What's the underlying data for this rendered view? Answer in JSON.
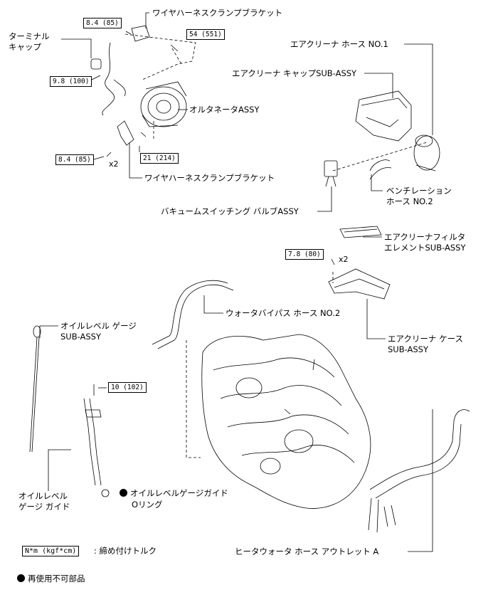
{
  "labels": {
    "bracket_top": "ワイヤハーネスクランプブラケット",
    "terminal_cap_1": "ターミナル",
    "terminal_cap_2": "キャップ",
    "alternator": "オルタネータASSY",
    "bracket_bottom": "ワイヤハーネスクランプブラケット",
    "air_hose_no1": "エアクリーナ ホース NO.1",
    "air_cap": "エアクリーナ キャップSUB-ASSY",
    "vent_hose_1": "ベンチレーション",
    "vent_hose_2": "ホース NO.2",
    "vsv": "バキュームスイッチング バルブASSY",
    "filter_1": "エアクリーナフィルタ",
    "filter_2": "エレメントSUB-ASSY",
    "water_bypass": "ウォータバイパス ホース NO.2",
    "case_1": "エアクリーナ ケース",
    "case_2": "SUB-ASSY",
    "dipstick_1": "オイルレベル ゲージ",
    "dipstick_2": "SUB-ASSY",
    "guide_1": "オイルレベル",
    "guide_2": "ゲージ ガイド",
    "oring_1": "オイルレベルゲージガイド",
    "oring_2": "Oリング",
    "heater_hose": "ヒータウォータ ホース アウトレット A"
  },
  "torques": {
    "t1": "8.4 (85)",
    "t2": "54 (551)",
    "t3": "9.8 (100)",
    "t4": "8.4 (85)",
    "t5": "21 (214)",
    "t6": "7.8 (80)",
    "t7": "10 (102)"
  },
  "qty": {
    "a": "x2",
    "b": "x2"
  },
  "legend": {
    "torque_unit": "N*m (kgf*cm)",
    "torque_desc": ": 締め付けトルク",
    "non_reusable": "再使用不可部品"
  }
}
